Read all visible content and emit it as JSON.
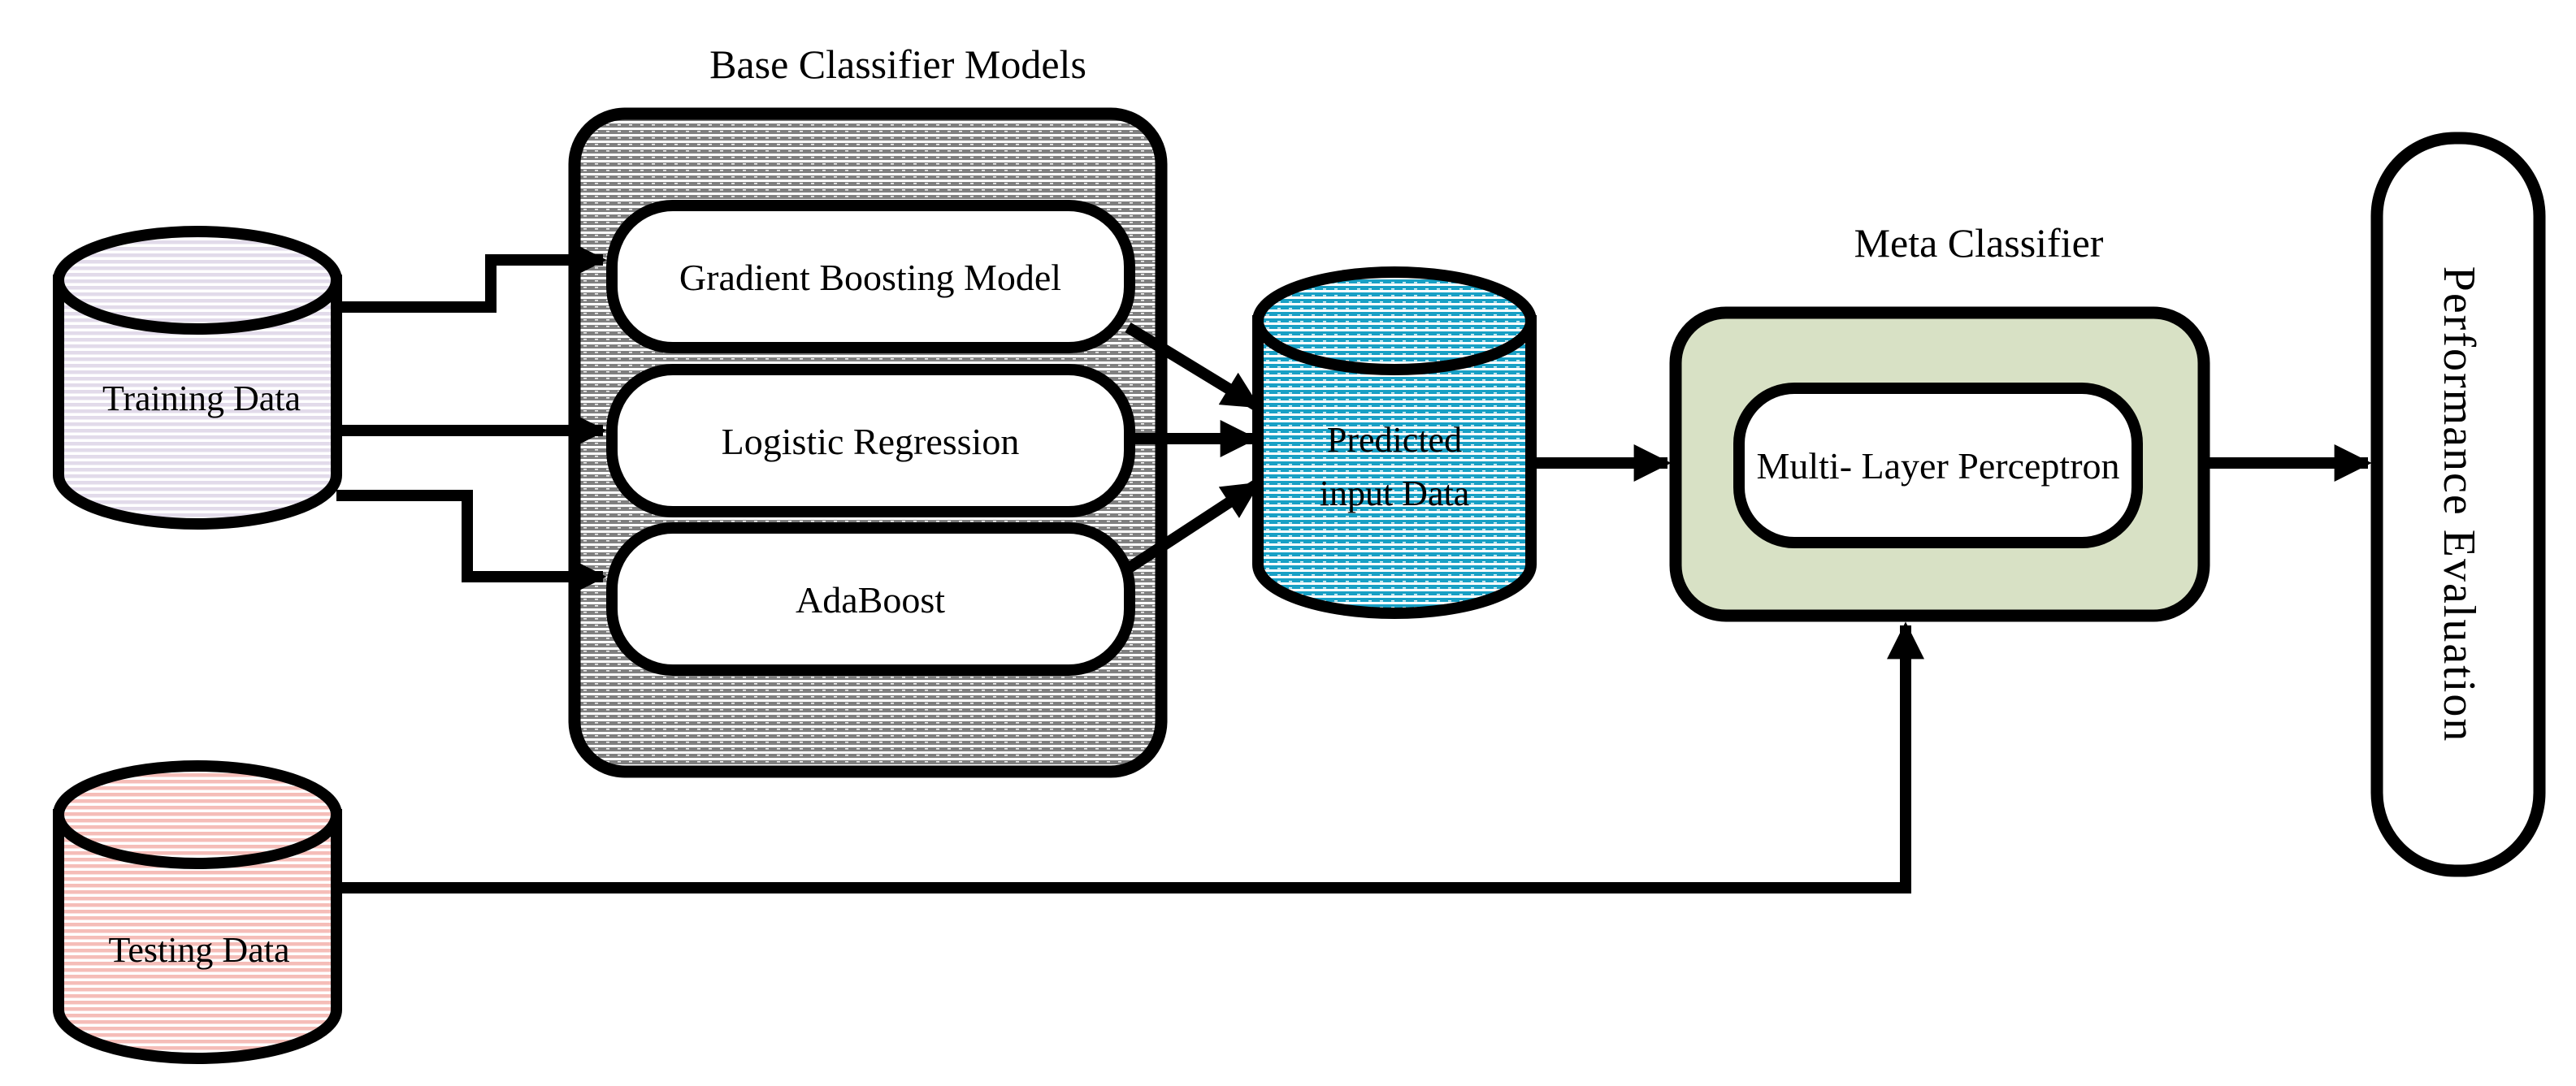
{
  "colors": {
    "black": "#000000",
    "background": "#ffffff",
    "training_stripe": "#E2DBEA",
    "testing_stripe": "#F5BDB8",
    "predicted_stripe": "#18A0C5",
    "base_hatch_gray": "#7F7F7F",
    "meta_fill_green": "#D8E1C5",
    "node_fill": "#FFFFFF"
  },
  "titles": {
    "base_classifiers": "Base Classifier Models",
    "meta_classifier": "Meta Classifier"
  },
  "nodes": {
    "training": {
      "label": "Training Data"
    },
    "testing": {
      "label": "Testing Data"
    },
    "gbm": {
      "label": "Gradient Boosting Model"
    },
    "lr": {
      "label": "Logistic Regression"
    },
    "ada": {
      "label": "AdaBoost"
    },
    "predicted": {
      "line1": "Predicted",
      "line2": "input Data"
    },
    "mlp": {
      "label": "Multi- Layer Perceptron"
    },
    "performance": {
      "label": "Performance Evaluation"
    }
  }
}
